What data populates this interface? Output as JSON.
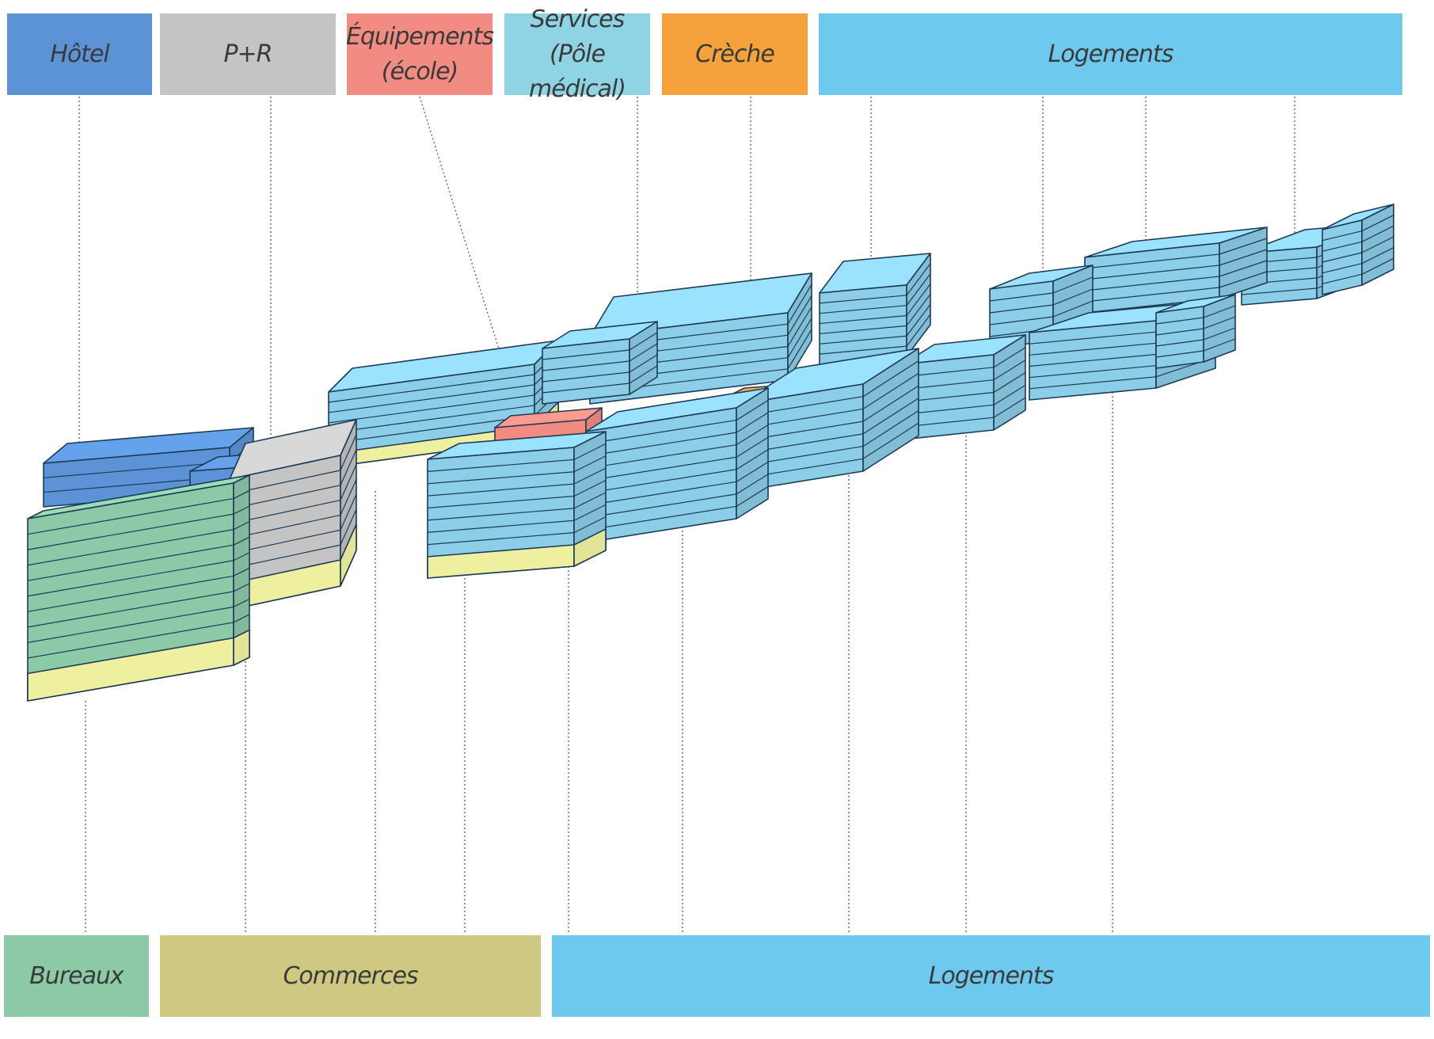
{
  "top_labels": {
    "hotel": "Hôtel",
    "pr": "P+R",
    "equipements": "Équipements\n(école)",
    "services": "Services\n(Pôle médical)",
    "creche": "Crèche",
    "logements": "Logements"
  },
  "bottom_labels": {
    "bureaux": "Bureaux",
    "commerces": "Commerces",
    "logements": "Logements"
  },
  "colors": {
    "hotel": "#5b93d6",
    "pr": "#c4c4c4",
    "equipements": "#f28c82",
    "services": "#8fd4e4",
    "creche": "#f5a13c",
    "logements": "#6ec9ef",
    "bureaux": "#8cc9a7",
    "commerces": "#cfc882",
    "ground_floor": "#eef0a0",
    "building": "#8ccde8",
    "outline": "#1d3b55"
  }
}
